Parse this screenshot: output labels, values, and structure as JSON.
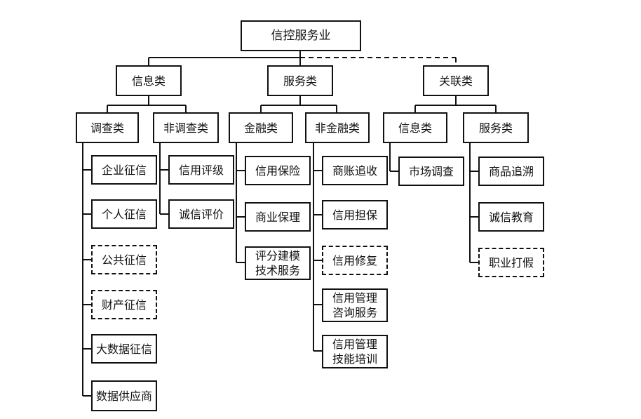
{
  "diagram": {
    "root": "信控服务业",
    "info": {
      "label": "信息类",
      "survey": {
        "label": "调查类",
        "items": [
          "企业征信",
          "个人征信",
          "公共征信",
          "财产征信",
          "大数据征信",
          "数据供应商"
        ]
      },
      "non_survey": {
        "label": "非调查类",
        "items": [
          "信用评级",
          "诚信评价"
        ]
      }
    },
    "service": {
      "label": "服务类",
      "finance": {
        "label": "金融类",
        "items": [
          "信用保险",
          "商业保理",
          "评分建模\n技术服务"
        ]
      },
      "non_finance": {
        "label": "非金融类",
        "items": [
          "商账追收",
          "信用担保",
          "信用修复",
          "信用管理\n咨询服务",
          "信用管理\n技能培训"
        ]
      }
    },
    "related": {
      "label": "关联类",
      "info": {
        "label": "信息类",
        "items": [
          "市场调查"
        ]
      },
      "service": {
        "label": "服务类",
        "items": [
          "商品追溯",
          "诚信教育",
          "职业打假"
        ]
      }
    }
  }
}
